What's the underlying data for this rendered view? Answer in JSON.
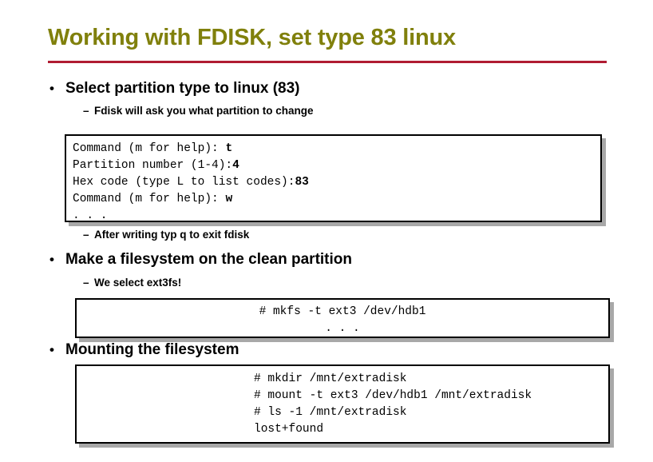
{
  "slide": {
    "title": "Working with FDISK, set type 83 linux",
    "accent_color": "#b01c32",
    "title_color": "#80800c",
    "background_color": "#ffffff",
    "box_border_color": "#000000",
    "box_shadow_color": "#a8a8a8"
  },
  "bullets": {
    "select_partition": "Select partition type to linux (83)",
    "fdisk_will_ask": "Fdisk will ask you what partition to change",
    "after_writing": "After writing typ q to exit fdisk",
    "make_filesystem": "Make a filesystem on the clean partition",
    "we_select_ext3fs": "We select ext3fs!",
    "mounting_filesystem": "Mounting the filesystem"
  },
  "markers": {
    "level1_bullet": "•",
    "level2_dash": "–"
  },
  "code_boxes": {
    "fdisk": {
      "lines": [
        {
          "prompt": "Command (m for help): ",
          "input": "t"
        },
        {
          "prompt": "Partition number (1-4):",
          "input": "4"
        },
        {
          "prompt": "Hex code (type L to list codes):",
          "input": "83"
        },
        {
          "prompt": "Command (m for help): ",
          "input": "w"
        },
        {
          "prompt": ". . .",
          "input": ""
        }
      ]
    },
    "mkfs": {
      "lines": [
        "# mkfs -t ext3 /dev/hdb1",
        ". . ."
      ]
    },
    "mount": {
      "lines": [
        "# mkdir /mnt/extradisk",
        "# mount -t ext3 /dev/hdb1 /mnt/extradisk",
        "# ls -1 /mnt/extradisk",
        "lost+found"
      ]
    }
  }
}
